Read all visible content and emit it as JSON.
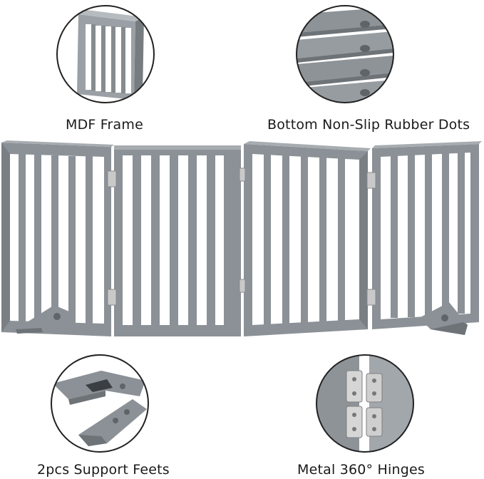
{
  "callouts": {
    "mdf_frame": "MDF Frame",
    "rubber_dots": "Bottom Non-Slip Rubber Dots",
    "support_feet": "2pcs Support Feets",
    "hinges": "Metal 360° Hinges"
  },
  "colors": {
    "wood": "#8b9196",
    "wood_light": "#a7acb1",
    "wood_dark": "#6e7378",
    "metal": "#c9c9c9",
    "circle_stroke": "#222222",
    "text": "#1a1a1a"
  }
}
